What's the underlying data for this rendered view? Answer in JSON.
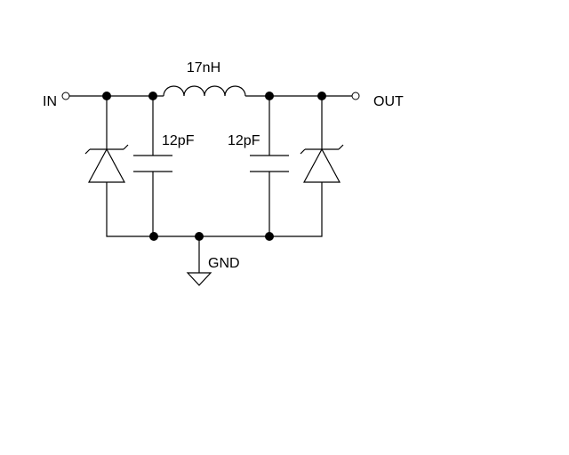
{
  "schematic": {
    "in_label": "IN",
    "out_label": "OUT",
    "inductor_value": "17nH",
    "cap_left_value": "12pF",
    "cap_right_value": "12pF",
    "gnd_label": "GND"
  }
}
